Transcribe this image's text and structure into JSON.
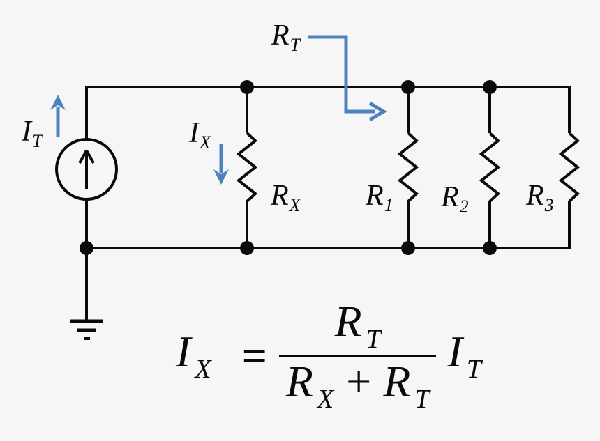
{
  "colors": {
    "background": "#f6f6f6",
    "wire": "#0a0a0a",
    "annotation_blue": "#4f81bd"
  },
  "circuit": {
    "labels": {
      "total_current": {
        "main": "I",
        "sub": "T"
      },
      "branch_current": {
        "main": "I",
        "sub": "X"
      },
      "total_resistance": {
        "main": "R",
        "sub": "T"
      },
      "resistor_x": {
        "main": "R",
        "sub": "X"
      },
      "resistor_1": {
        "main": "R",
        "sub": "1"
      },
      "resistor_2": {
        "main": "R",
        "sub": "2"
      },
      "resistor_3": {
        "main": "R",
        "sub": "3"
      }
    }
  },
  "formula": {
    "lhs": {
      "main": "I",
      "sub": "X"
    },
    "equals": "=",
    "numerator": {
      "main": "R",
      "sub": "T"
    },
    "den_first": {
      "main": "R",
      "sub": "X"
    },
    "plus": "+",
    "den_second": {
      "main": "R",
      "sub": "T"
    },
    "rhs_factor": {
      "main": "I",
      "sub": "T"
    }
  }
}
